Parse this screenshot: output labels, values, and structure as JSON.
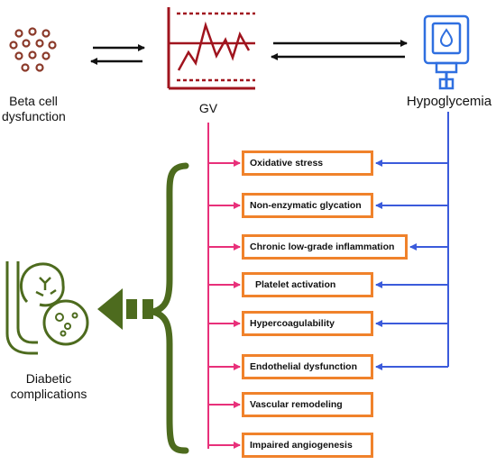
{
  "labels": {
    "beta_cell": [
      "Beta cell",
      "dysfunction"
    ],
    "gv": "GV",
    "hypoglycemia": "Hypoglycemia",
    "diabetic_complications": [
      "Diabetic",
      "complications"
    ]
  },
  "mechanisms": [
    "Oxidative stress",
    "Non-enzymatic glycation",
    "Chronic low-grade inflammation",
    "Platelet activation",
    "Hypercoagulability",
    "Endothelial dysfunction",
    "Vascular remodeling",
    "Impaired angiogenesis"
  ],
  "hypoglycemia_links": [
    "Oxidative stress",
    "Non-enzymatic glycation",
    "Chronic low-grade inflammation",
    "Platelet activation",
    "Hypercoagulability",
    "Endothelial dysfunction"
  ],
  "colors": {
    "gv_line": "#e8307a",
    "hypo_line": "#3b5bdb",
    "box_border": "#f0822b",
    "complication_green": "#4d6b1e",
    "beta_cell_brown": "#8b3a2a",
    "graph_red": "#a0141e",
    "glucometer_blue": "#2f6fe0",
    "arrow_black": "#111111"
  },
  "icons": {
    "beta_cell": "beta-cell-cluster-icon",
    "gv": "glucose-variability-graph-icon",
    "hypoglycemia": "glucometer-icon",
    "complications": "blood-vessel-tissue-icon"
  }
}
